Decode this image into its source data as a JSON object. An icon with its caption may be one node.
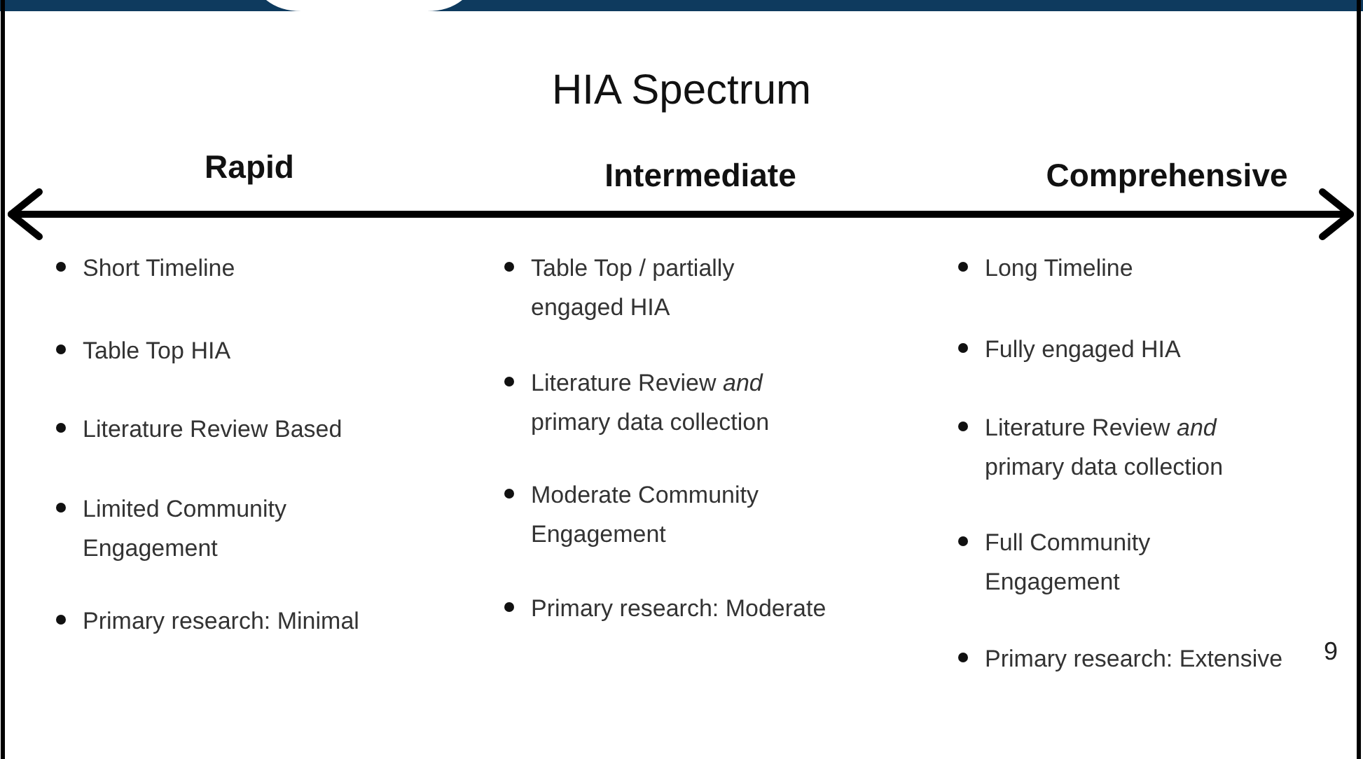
{
  "diagram": {
    "title": "HIA Spectrum",
    "labels": [
      "Rapid",
      "Intermediate",
      "Comprehensive",
      "Short Timeline",
      "Table Top HIA",
      "Literature Review Based",
      "Limited Community Engagement",
      "Primary research: Minimal",
      "Table Top / partially engaged HIA",
      "Literature Review *and* primary data collection",
      "Moderate Community Engagement",
      "Primary research: Moderate",
      "Long Timeline",
      "Fully engaged HIA",
      "Literature Review *and* primary data collection",
      "Full Community Engagement",
      "Primary research: Extensive",
      "9"
    ]
  }
}
